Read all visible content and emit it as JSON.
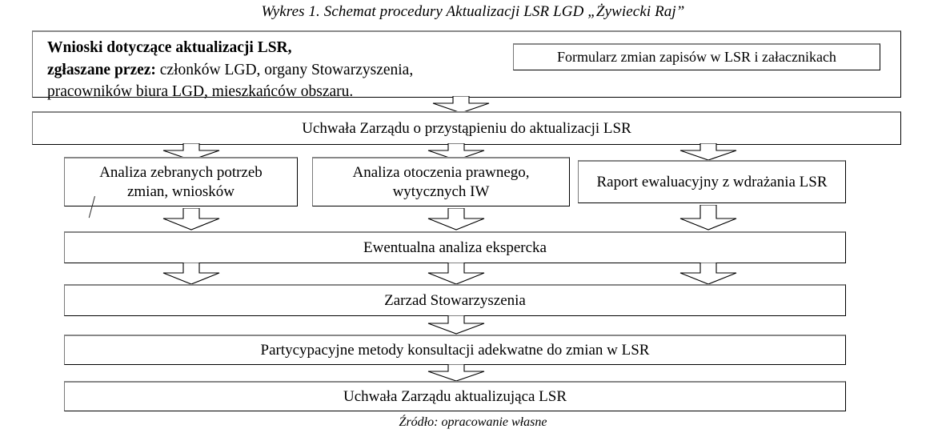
{
  "figure": {
    "title": "Wykres 1. Schemat procedury Aktualizacji LSR LGD „Żywiecki Raj”",
    "source": "Źródło: opracowanie własne"
  },
  "diagram": {
    "type": "flowchart",
    "orientation": "top-to-bottom",
    "nodes": [
      {
        "id": "wnioski",
        "label_line1_bold": "Wnioski dotyczące aktualizacji LSR,",
        "label_line2_bold": "zgłaszane przez:",
        "label_line2_rest": " członków LGD, organy Stowarzyszenia,",
        "label_line3": "pracowników biura LGD,  mieszkańców obszaru."
      },
      {
        "id": "formularz",
        "label": "Formularz zmian zapisów w LSR i załacznikach"
      },
      {
        "id": "uchwala-przystapienie",
        "label": "Uchwała Zarządu o przystąpieniu do aktualizacji LSR"
      },
      {
        "id": "analiza-potrzeb",
        "line1": "Analiza zebranych potrzeb",
        "line2": "zmian, wniosków"
      },
      {
        "id": "analiza-otoczenia",
        "line1": "Analiza otoczenia prawnego,",
        "line2": "wytycznych IW"
      },
      {
        "id": "raport-ewaluacyjny",
        "label": "Raport ewaluacyjny z wdrażania LSR"
      },
      {
        "id": "analiza-ekspercka",
        "label": "Ewentualna analiza ekspercka"
      },
      {
        "id": "zarzad",
        "label": "Zarzad Stowarzyszenia"
      },
      {
        "id": "partycypacyjne",
        "label": "Partycypacyjne metody konsultacji adekwatne do zmian w LSR"
      },
      {
        "id": "uchwala-aktualizujaca",
        "label": "Uchwała Zarządu aktualizująca LSR"
      }
    ],
    "colors": {
      "border": "#000000",
      "border_top_shade": "#8a8a8a",
      "background": "#ffffff",
      "text": "#000000"
    },
    "connector_count": 12
  }
}
